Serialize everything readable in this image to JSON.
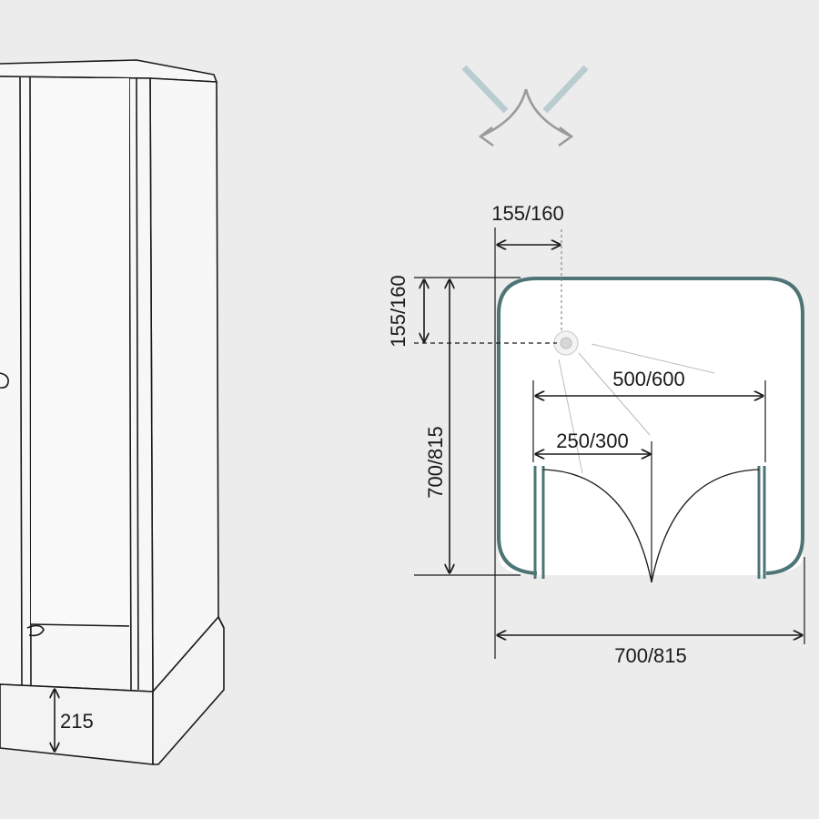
{
  "labels": {
    "base_height": "215",
    "drain_offset_x": "155/160",
    "drain_offset_y": "155/160",
    "depth": "700/815",
    "door_span": "500/600",
    "door_leaf": "250/300",
    "width": "700/815"
  },
  "colors": {
    "background": "#ececec",
    "line": "#1a1a1a",
    "tray_outline": "#4e7476",
    "arrow_gray": "#9a9a9a",
    "arrow_teal": "#b9cdd0",
    "ray_gray": "#bbbbbb"
  },
  "icons": [
    "door-open-direction-icon",
    "drain-icon"
  ]
}
